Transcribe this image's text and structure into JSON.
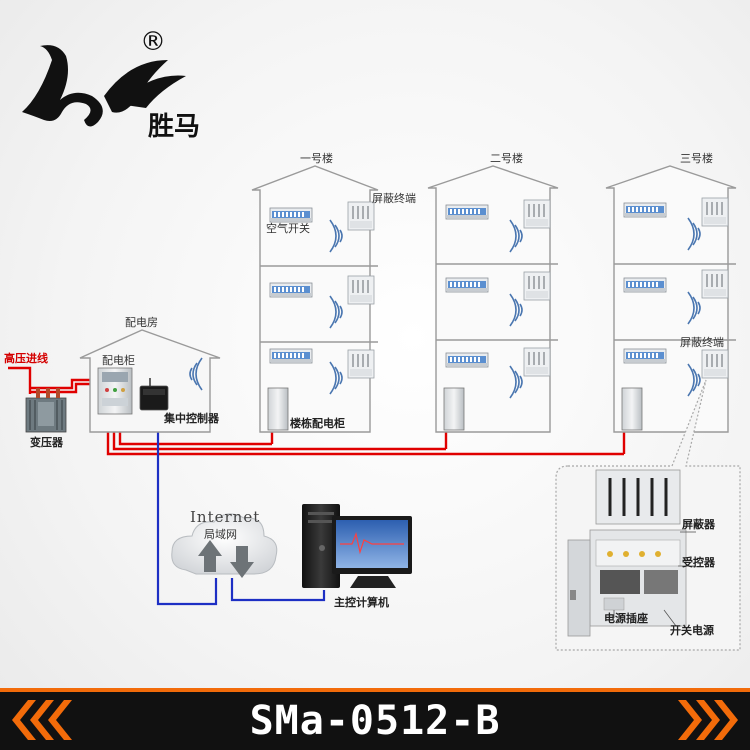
{
  "brand": {
    "name": "胜马",
    "registered_mark": "®"
  },
  "buildings": [
    {
      "name": "一号楼"
    },
    {
      "name": "二号楼"
    },
    {
      "name": "三号楼"
    }
  ],
  "labels": {
    "shield_terminal_1": "屏蔽终端",
    "air_switch": "空气开关",
    "shield_terminal_3": "屏蔽终端",
    "building_cabinet": "楼栋配电柜",
    "distribution_room": "配电房",
    "distribution_cabinet": "配电柜",
    "central_controller": "集中控制器",
    "high_voltage_line": "高压进线",
    "transformer": "变压器",
    "internet": "Internet",
    "lan": "局域网",
    "main_computer": "主控计算机"
  },
  "detail": {
    "shielder": "屏蔽器",
    "receiver": "受控器",
    "power_socket": "电源插座",
    "switch_power": "开关电源"
  },
  "footer": {
    "model": "SMa-0512-B"
  },
  "colors": {
    "power_line": "#e00000",
    "network_line": "#1d2fc4",
    "accent_orange": "#f26b0a",
    "footer_bg": "#111111"
  }
}
